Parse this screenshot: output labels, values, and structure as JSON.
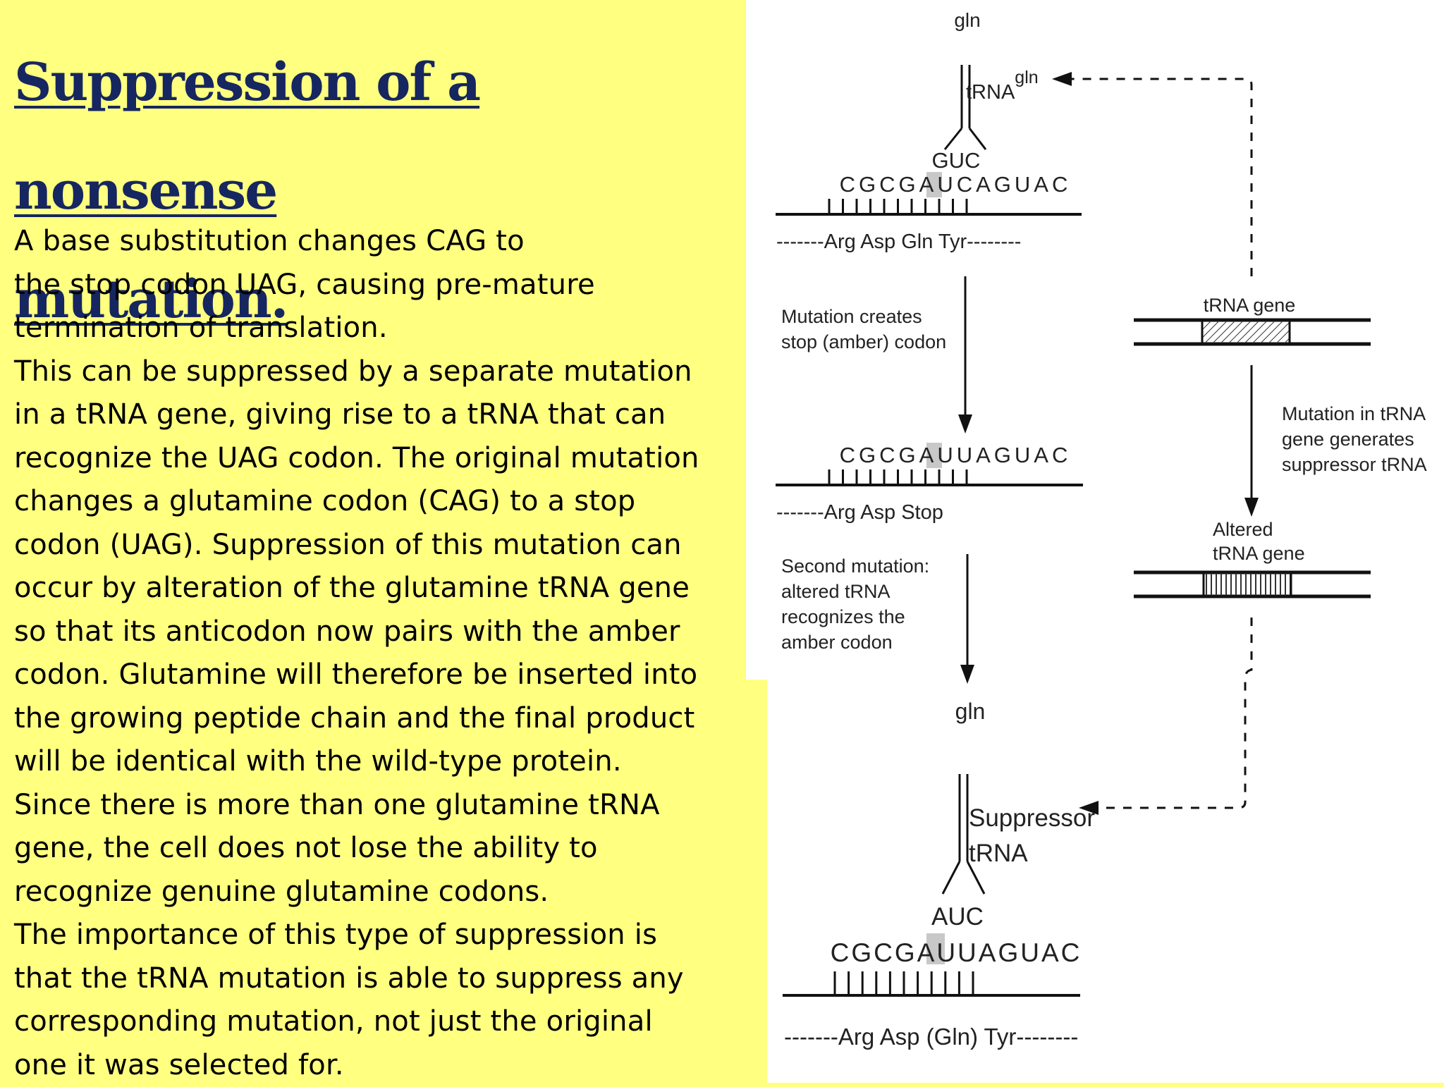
{
  "slide": {
    "title_lines": [
      "Suppression of a nonsense",
      "mutation."
    ],
    "body_lines": [
      "A base substitution changes CAG to",
      "the stop codon UAG, causing pre-mature",
      "termination of translation.",
      "This can be suppressed by a separate mutation",
      "in a tRNA gene, giving rise to a tRNA that can",
      "recognize the UAG codon. The original mutation",
      "changes a glutamine codon (CAG) to a stop",
      "codon (UAG). Suppression of this mutation can",
      "occur by alteration of the glutamine tRNA gene",
      "so that its anticodon now pairs with the amber",
      "codon. Glutamine will therefore be inserted into",
      "the growing peptide chain and the final product",
      "will be identical with the wild-type protein.",
      "Since there is more than one glutamine tRNA",
      "gene, the cell does not lose the ability to",
      "recognize genuine glutamine codons.",
      "The importance of this type of suppression is",
      "that the tRNA mutation is able to suppress any",
      "corresponding mutation, not just the original",
      "one it was selected for."
    ]
  },
  "figure": {
    "trna_top": {
      "amino_acid": "gln",
      "label_base": "tRNA",
      "label_sup": "gln",
      "anticodon": "GUC"
    },
    "mrna_1": {
      "seq_before": "CGCGAU",
      "seq_mid": "C",
      "seq_after": "AGUAC",
      "peptide": "-------Arg Asp Gln Tyr--------"
    },
    "step_1": [
      "Mutation creates",
      "stop (amber) codon"
    ],
    "mrna_2": {
      "seq_before": "CGCGAU",
      "seq_mid": "U",
      "seq_after": "AGUAC",
      "peptide": "-------Arg Asp Stop"
    },
    "step_2": [
      "Second mutation:",
      "altered tRNA",
      "recognizes the",
      "amber codon"
    ],
    "trna_gene": "tRNA gene",
    "step_3": [
      "Mutation in tRNA",
      "gene generates",
      "suppressor tRNA"
    ],
    "altered_gene": [
      "Altered",
      "tRNA gene"
    ],
    "trna_bottom": {
      "amino_acid": "gln",
      "label": [
        "Suppressor",
        "tRNA"
      ],
      "anticodon": "AUC"
    },
    "mrna_3": {
      "seq_before": "CGCGAU",
      "seq_mid": "U",
      "seq_after": "AGUAC",
      "peptide": "-------Arg Asp (Gln) Tyr--------"
    }
  },
  "colors": {
    "background": "#ffff80",
    "title": "#162660",
    "codon_highlight": "#c8c8c8"
  }
}
